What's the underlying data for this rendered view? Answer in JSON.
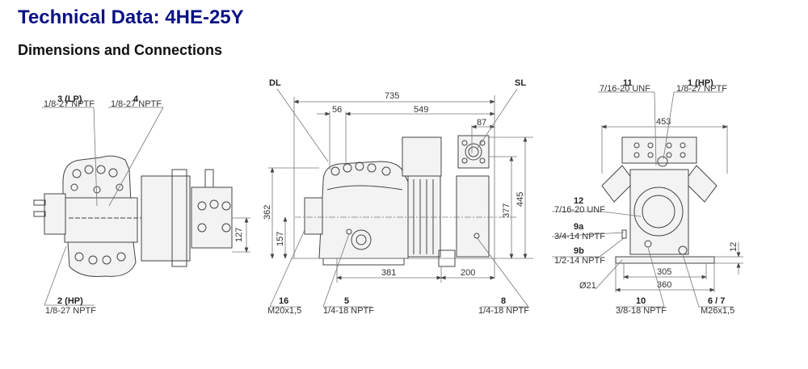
{
  "header": {
    "title": "Technical Data: 4HE-25Y",
    "subtitle": "Dimensions and Connections"
  },
  "views": {
    "top": {
      "callouts": [
        {
          "num": "3 (LP)",
          "spec": "1/8-27 NPTF"
        },
        {
          "num": "4",
          "spec": "1/8-27 NPTF"
        },
        {
          "num": "2 (HP)",
          "spec": "1/8-27 NPTF"
        }
      ],
      "dims": {
        "d127": "127"
      }
    },
    "side": {
      "labels": {
        "dl": "DL",
        "sl": "SL"
      },
      "callouts": [
        {
          "num": "16",
          "spec": "M20x1,5"
        },
        {
          "num": "5",
          "spec": "1/4-18 NPTF"
        },
        {
          "num": "8",
          "spec": "1/4-18 NPTF"
        }
      ],
      "dims": {
        "d735": "735",
        "d56": "56",
        "d549": "549",
        "d87": "87",
        "d362": "362",
        "d157": "157",
        "d377": "377",
        "d445": "445",
        "d381": "381",
        "d200": "200"
      }
    },
    "front": {
      "callouts": [
        {
          "num": "11",
          "spec": "7/16-20 UNF"
        },
        {
          "num": "1 (HP)",
          "spec": "1/8-27 NPTF"
        },
        {
          "num": "12",
          "spec": "7/16-20 UNF"
        },
        {
          "num": "9a",
          "spec": "3/4-14 NPTF"
        },
        {
          "num": "9b",
          "spec": "1/2-14 NPTF"
        },
        {
          "num": "10",
          "spec": "3/8-18 NPTF"
        },
        {
          "num": "6 / 7",
          "spec": "M26x1,5"
        }
      ],
      "dims": {
        "d453": "453",
        "d12": "12",
        "d305": "305",
        "d360": "360",
        "phi21": "Ø21"
      }
    }
  }
}
